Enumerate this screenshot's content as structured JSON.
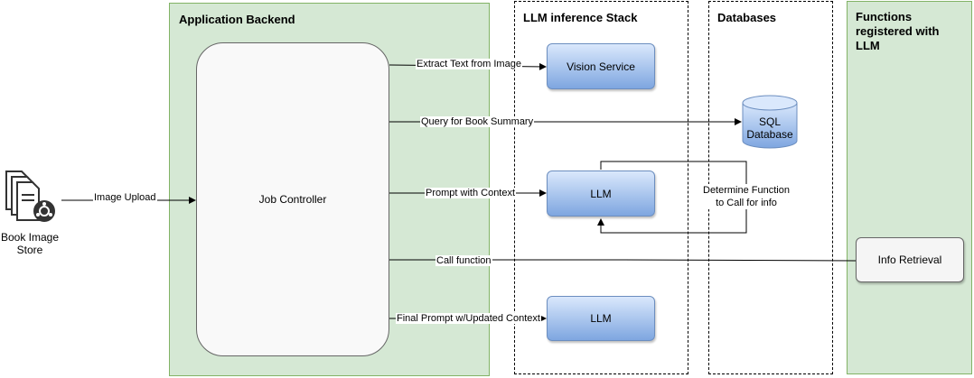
{
  "panels": {
    "backend_title": "Application Backend",
    "llm_stack_title": "LLM inference Stack",
    "databases_title": "Databases",
    "functions_title_line1": "Functions",
    "functions_title_line2": "registered with",
    "functions_title_line3": "LLM"
  },
  "nodes": {
    "book_store_line1": "Book Image",
    "book_store_line2": "Store",
    "job_controller": "Job Controller",
    "vision_service": "Vision Service",
    "sql_line1": "SQL",
    "sql_line2": "Database",
    "llm_1": "LLM",
    "llm_2": "LLM",
    "info_retrieval": "Info Retrieval",
    "determine_line1": "Determine Function",
    "determine_line2": "to Call for info"
  },
  "edges": {
    "image_upload": "Image  Upload",
    "extract_text": "Extract Text from Image",
    "query_summary": "Query for Book Summary",
    "prompt_context": "Prompt with Context",
    "call_function": "Call function",
    "final_prompt": "Final Prompt w/Updated Context"
  },
  "colors": {
    "panel_green": "#d5e8d4",
    "blue_box": "#7ea6e0"
  }
}
